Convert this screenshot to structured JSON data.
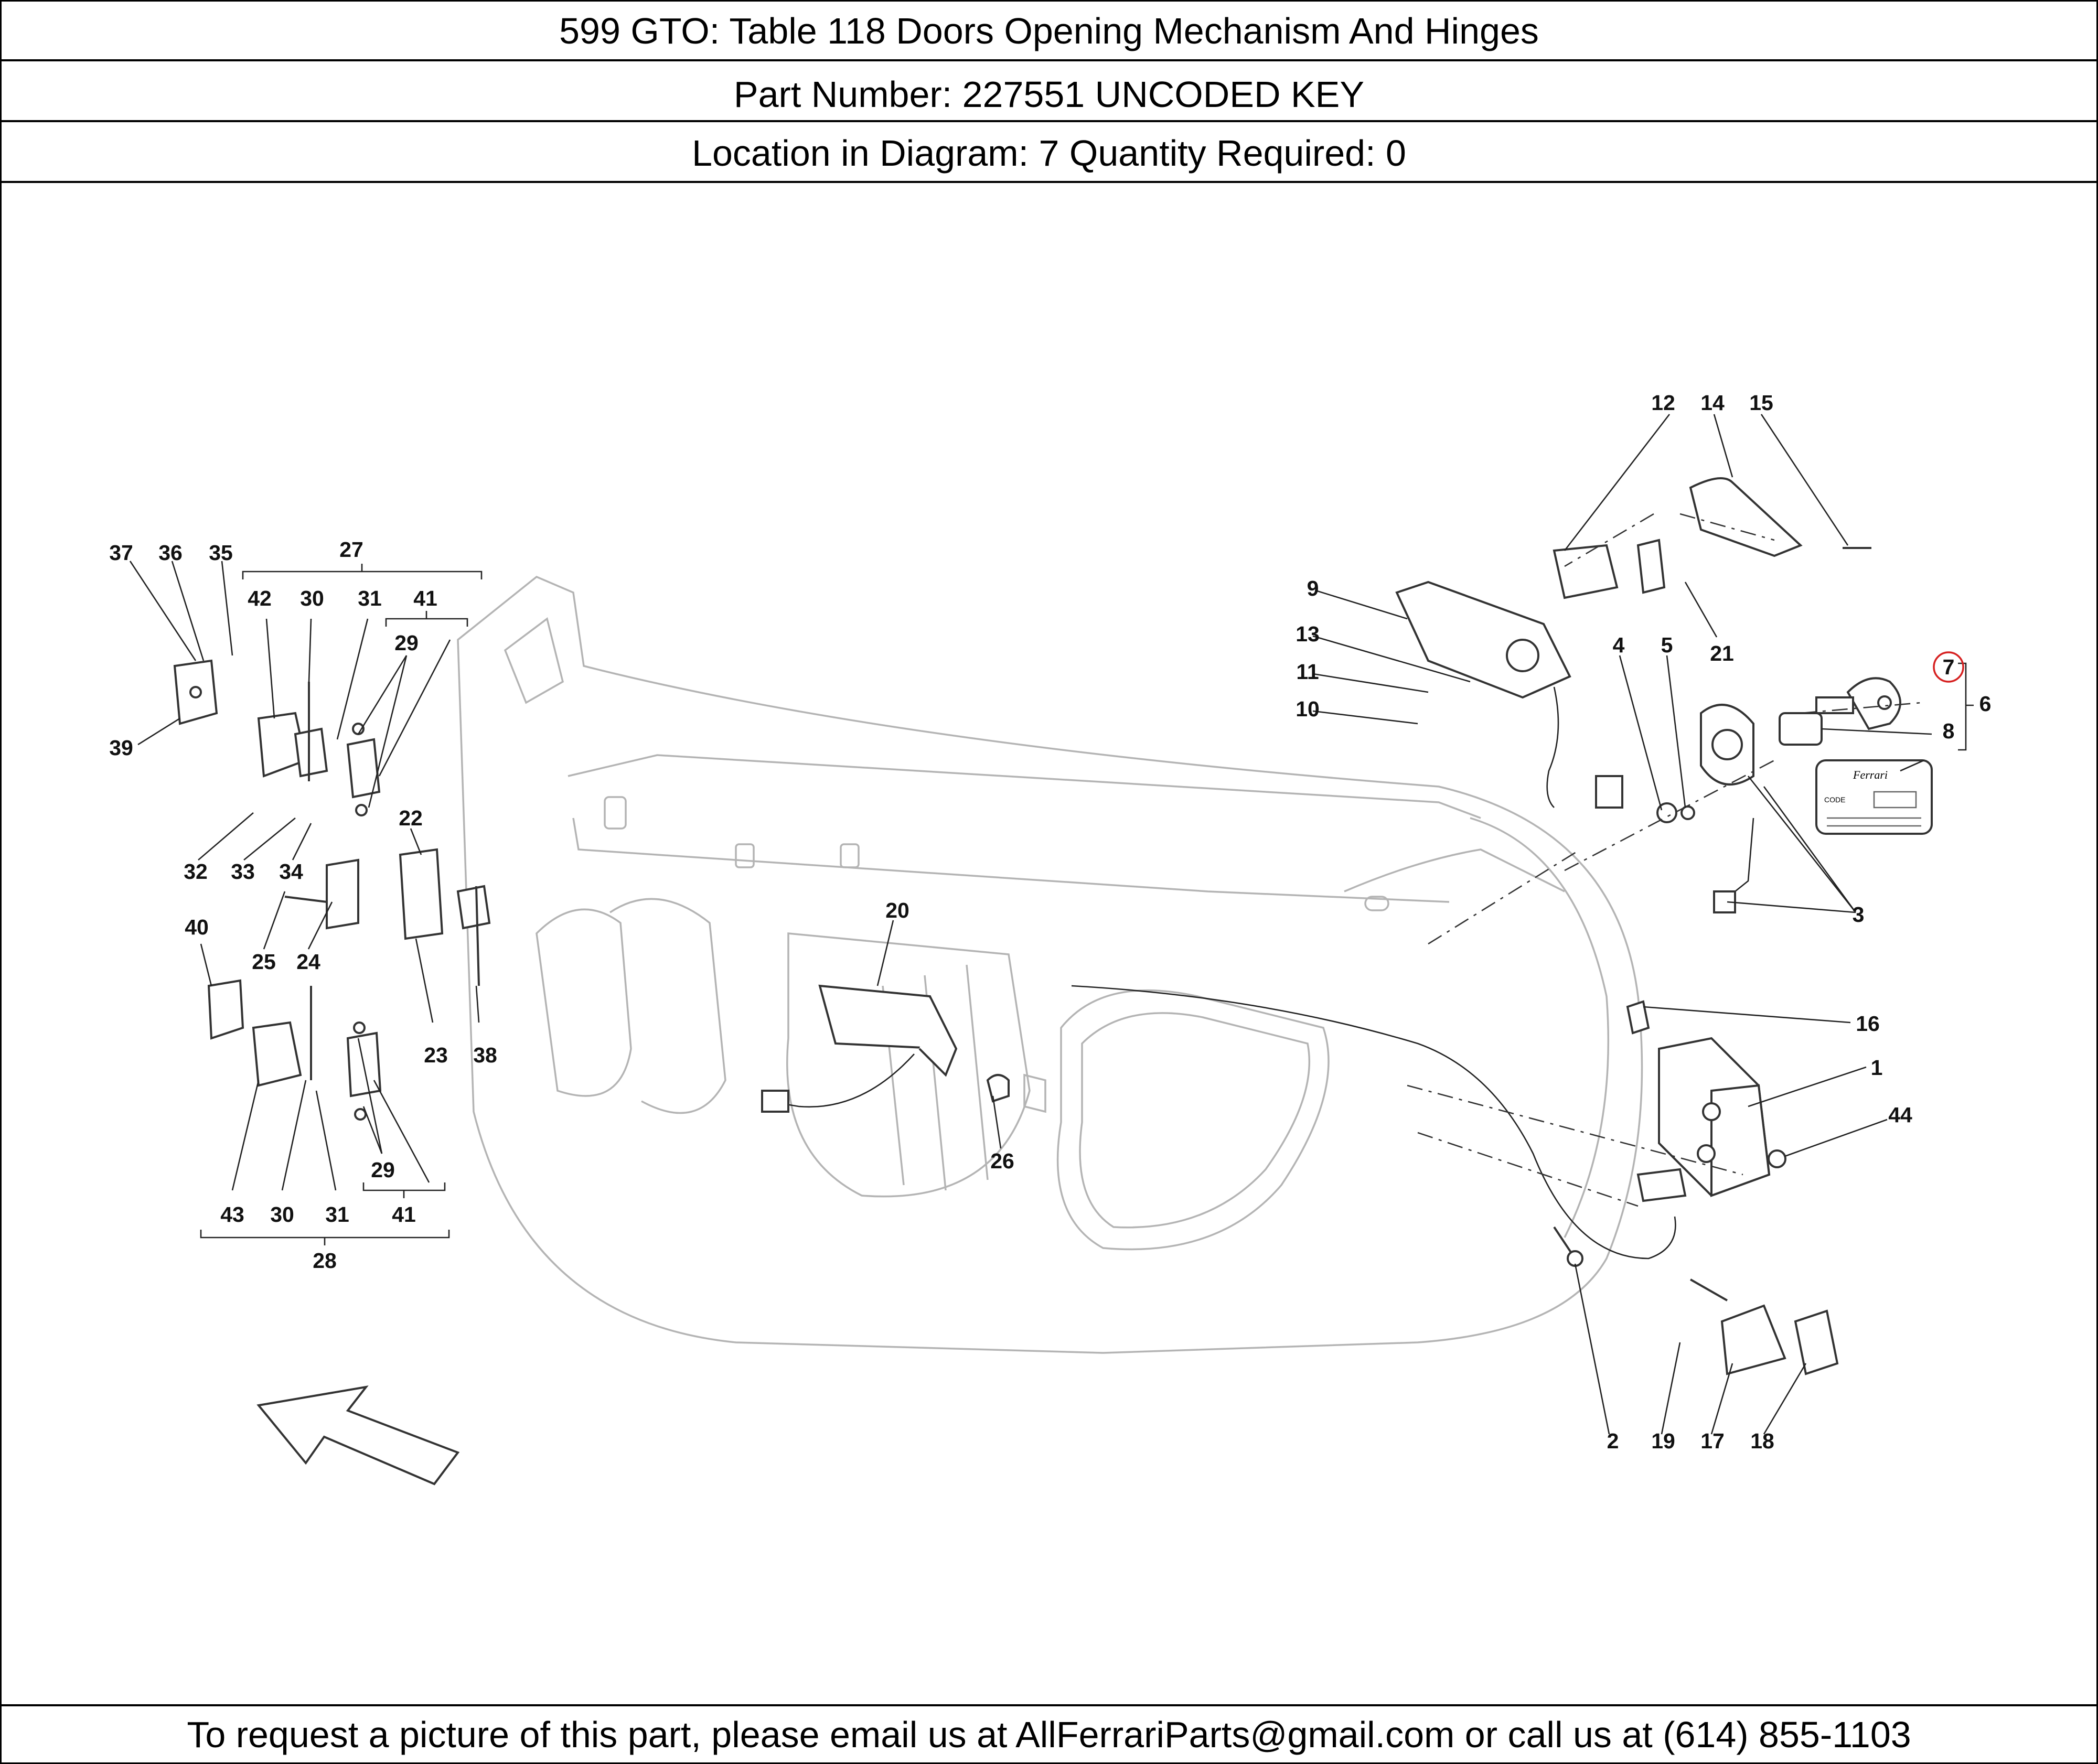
{
  "header": {
    "title": "599 GTO:   Table 118 Doors Opening Mechanism And Hinges",
    "part_line": "Part Number: 227551    UNCODED KEY",
    "location_line": "Location in Diagram: 7   Quantity Required: 0"
  },
  "footer": {
    "contact": "To request a picture of this part, please email us at AllFerrariParts@gmail.com or call us at (614) 855-1103"
  },
  "diagram": {
    "highlighted_callout": "7",
    "highlight_color": "#d62020",
    "key_card": {
      "brand": "Ferrari",
      "code_label": "CODE"
    },
    "callouts": {
      "c1": "1",
      "c2": "2",
      "c3": "3",
      "c4": "4",
      "c5": "5",
      "c6": "6",
      "c7": "7",
      "c8": "8",
      "c9": "9",
      "c10": "10",
      "c11": "11",
      "c12": "12",
      "c13": "13",
      "c14": "14",
      "c15": "15",
      "c16": "16",
      "c17": "17",
      "c18": "18",
      "c19": "19",
      "c20": "20",
      "c21": "21",
      "c22": "22",
      "c23": "23",
      "c24": "24",
      "c25": "25",
      "c26": "26",
      "c27": "27",
      "c28": "28",
      "c29a": "29",
      "c29b": "29",
      "c30a": "30",
      "c30b": "30",
      "c31a": "31",
      "c31b": "31",
      "c32": "32",
      "c33": "33",
      "c34": "34",
      "c35": "35",
      "c36": "36",
      "c37": "37",
      "c38": "38",
      "c39": "39",
      "c40": "40",
      "c41a": "41",
      "c41b": "41",
      "c42": "42",
      "c43": "43",
      "c44": "44"
    }
  }
}
